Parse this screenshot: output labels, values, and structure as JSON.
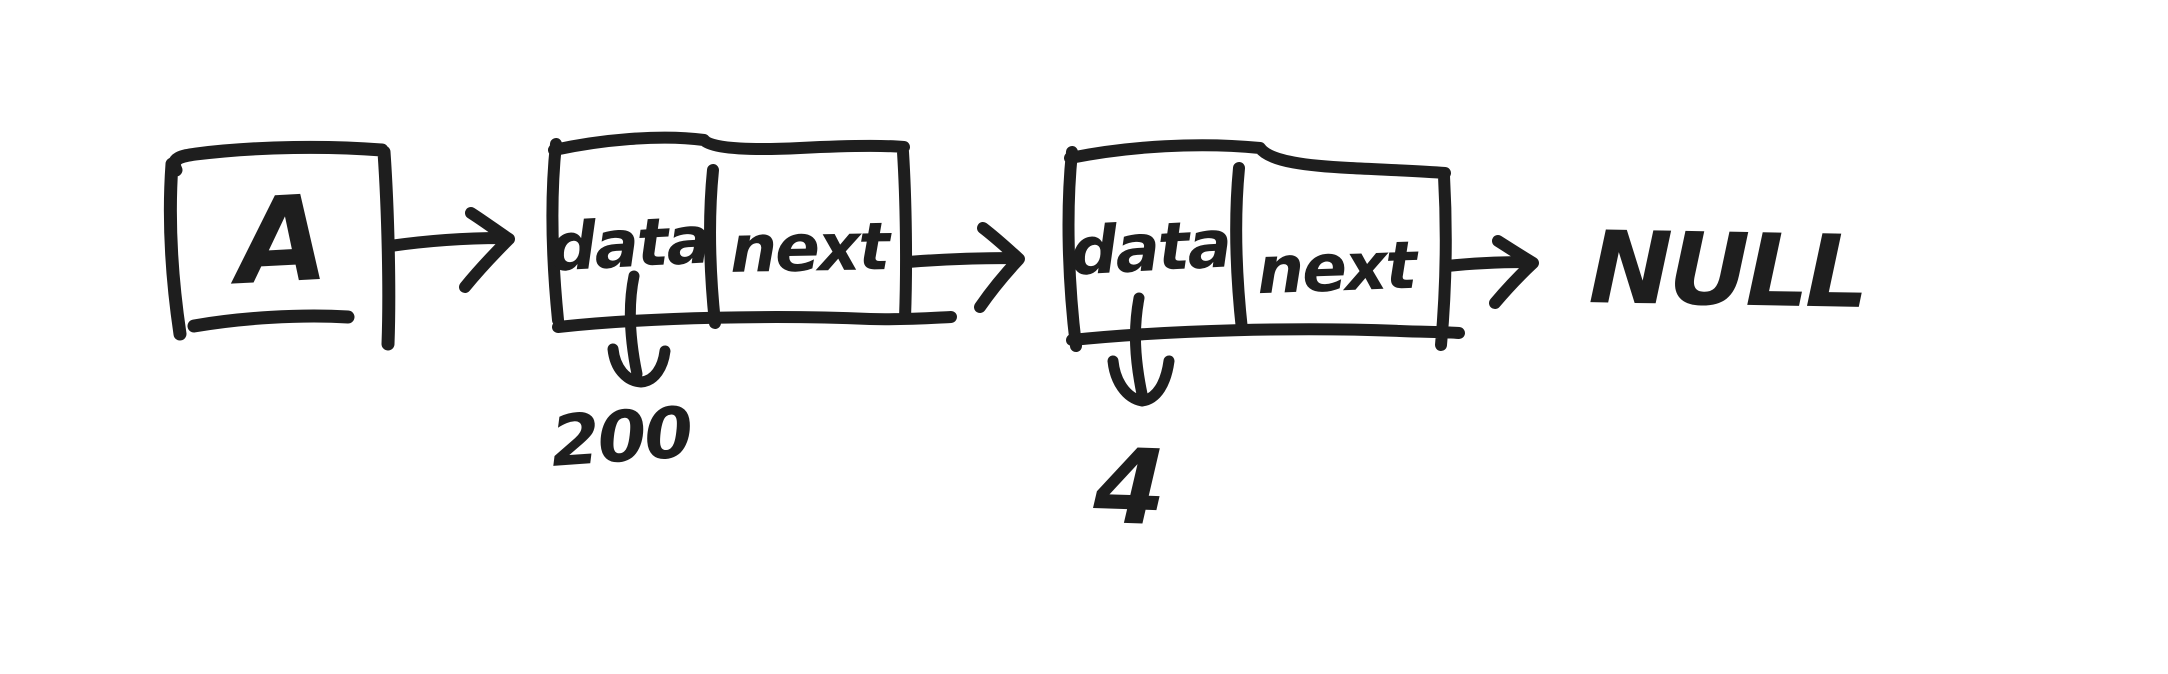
{
  "colors": {
    "stroke": "#1e1e1e",
    "background": "#ffffff"
  },
  "diagram": {
    "head_pointer": {
      "label": "A"
    },
    "nodes": [
      {
        "data_label": "data",
        "next_label": "next",
        "data_value": "200"
      },
      {
        "data_label": "data",
        "next_label": "next",
        "data_value": "4"
      }
    ],
    "terminator": {
      "label": "NULL"
    }
  }
}
